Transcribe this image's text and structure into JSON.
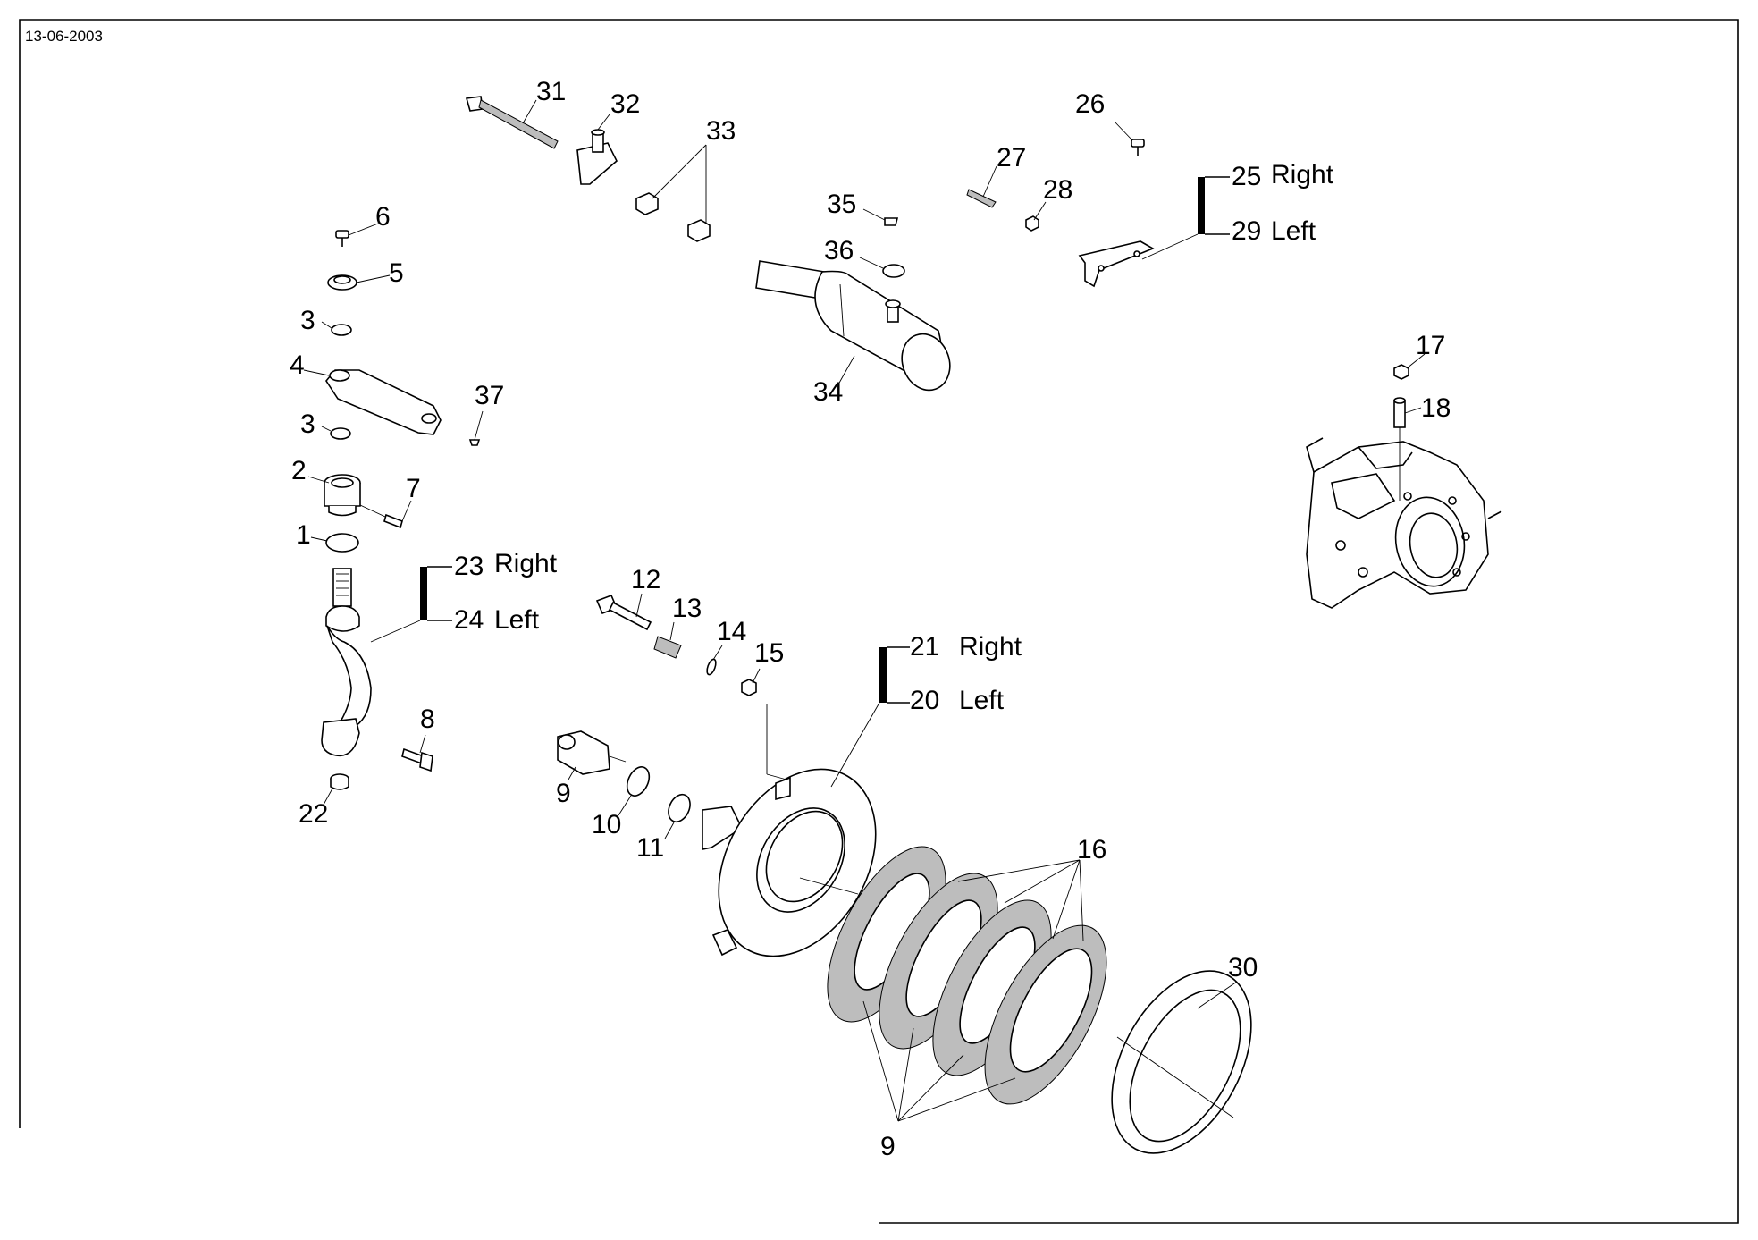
{
  "header": {
    "date": "13-06-2003"
  },
  "callouts": {
    "c1": "1",
    "c2": "2",
    "c3a": "3",
    "c3b": "3",
    "c4": "4",
    "c5": "5",
    "c6": "6",
    "c7": "7",
    "c8": "8",
    "c9a": "9",
    "c9b": "9",
    "c10": "10",
    "c11": "11",
    "c12": "12",
    "c13": "13",
    "c14": "14",
    "c15": "15",
    "c16": "16",
    "c17": "17",
    "c18": "18",
    "c20": "20",
    "c21": "21",
    "c22": "22",
    "c23": "23",
    "c24": "24",
    "c25": "25",
    "c26": "26",
    "c27": "27",
    "c28": "28",
    "c29": "29",
    "c30": "30",
    "c31": "31",
    "c32": "32",
    "c33": "33",
    "c34": "34",
    "c35": "35",
    "c36": "36",
    "c37": "37"
  },
  "variants": {
    "right": "Right",
    "left": "Left"
  }
}
